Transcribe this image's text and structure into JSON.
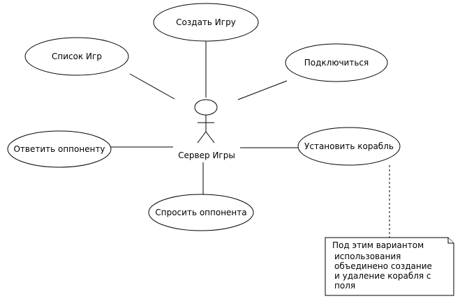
{
  "actor": {
    "label": "Сервер Игры"
  },
  "use_cases": {
    "create_game": "Создать Игру",
    "list_games": "Список Игр",
    "connect": "Подключиться",
    "reply_opponent": "Ответить оппоненту",
    "place_ship": "Установить корабль",
    "ask_opponent": "Спросить оппонента"
  },
  "note": {
    "lines": [
      " Под этим вариантом",
      "использования",
      "объединено создание",
      "и удаление корабля с",
      "поля"
    ]
  }
}
